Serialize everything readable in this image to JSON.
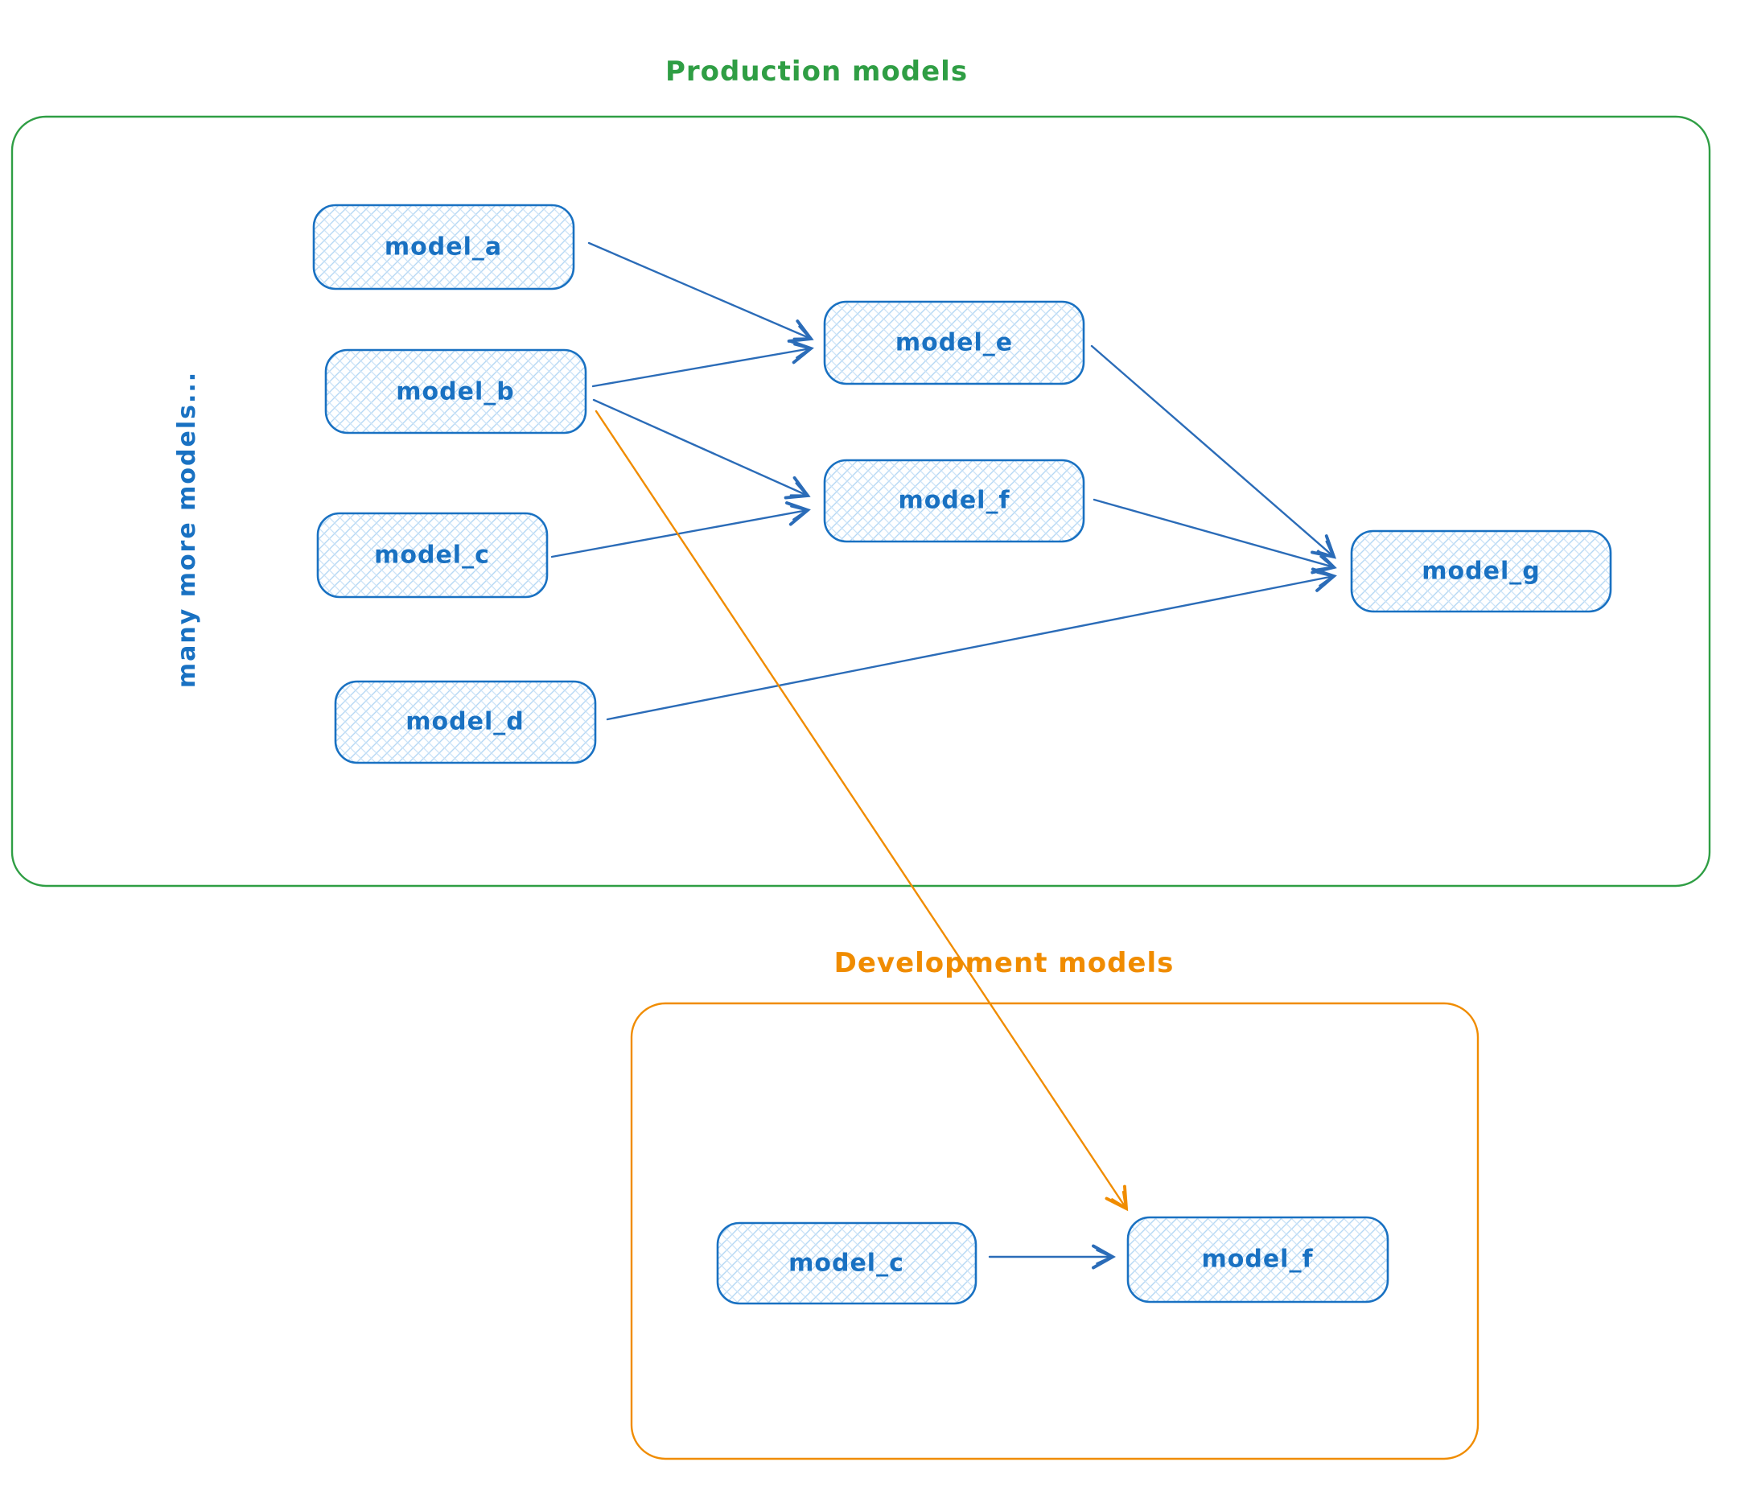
{
  "diagram": {
    "type": "model-lineage-sketch",
    "containers": {
      "production": {
        "label": "Production models",
        "color": "#2f9e44"
      },
      "development": {
        "label": "Development models",
        "color": "#f08c00"
      }
    },
    "side_label": {
      "text": "many more models...",
      "color": "#1971c2"
    },
    "colors": {
      "node_stroke": "#1971c2",
      "node_hatch": "#b5d8f4",
      "node_text": "#1971c2",
      "edge_blue": "#2b6cb8",
      "edge_orange": "#f08c00",
      "background": "#ffffff"
    },
    "nodes": {
      "model_a": {
        "label": "model_a",
        "group": "production"
      },
      "model_b": {
        "label": "model_b",
        "group": "production"
      },
      "model_c": {
        "label": "model_c",
        "group": "production"
      },
      "model_d": {
        "label": "model_d",
        "group": "production"
      },
      "model_e": {
        "label": "model_e",
        "group": "production"
      },
      "model_f": {
        "label": "model_f",
        "group": "production"
      },
      "model_g": {
        "label": "model_g",
        "group": "production"
      },
      "dev_model_c": {
        "label": "model_c",
        "group": "development"
      },
      "dev_model_f": {
        "label": "model_f",
        "group": "development"
      }
    },
    "edges": [
      {
        "from": "model_a",
        "to": "model_e",
        "color": "blue"
      },
      {
        "from": "model_b",
        "to": "model_e",
        "color": "blue"
      },
      {
        "from": "model_b",
        "to": "model_f",
        "color": "blue"
      },
      {
        "from": "model_c",
        "to": "model_f",
        "color": "blue"
      },
      {
        "from": "model_e",
        "to": "model_g",
        "color": "blue"
      },
      {
        "from": "model_f",
        "to": "model_g",
        "color": "blue"
      },
      {
        "from": "model_d",
        "to": "model_g",
        "color": "blue"
      },
      {
        "from": "model_b",
        "to": "dev_model_f",
        "color": "orange"
      },
      {
        "from": "dev_model_c",
        "to": "dev_model_f",
        "color": "blue"
      }
    ]
  }
}
